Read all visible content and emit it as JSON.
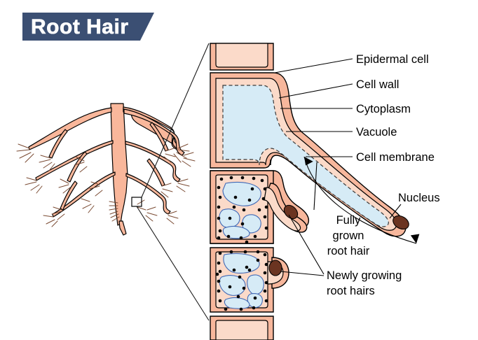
{
  "title_banner": {
    "text": "Root Hair",
    "background_color": "#3b4f73",
    "text_color": "#ffffff"
  },
  "colors": {
    "cell_wall": "#f7b79c",
    "cytoplasm": "#fbdac9",
    "vacuole": "#d6ebf6",
    "nucleus": "#6b3421",
    "root": "#f9b79b",
    "outline": "#000000",
    "vacuole_dash_outline": "#3a3a3a",
    "small_vacuole_outline": "#4169b5"
  },
  "labels": {
    "epidermal_cell": "Epidermal cell",
    "cell_wall": "Cell wall",
    "cytoplasm": "Cytoplasm",
    "vacuole": "Vacuole",
    "cell_membrane": "Cell membrane",
    "nucleus": "Nucleus",
    "fully_grown_line1": "Fully",
    "fully_grown_line2": "grown",
    "fully_grown_line3": "root hair",
    "newly_growing_line1": "Newly growing",
    "newly_growing_line2": "root hairs"
  },
  "diagram": {
    "left_illustration": "root-system-drawing",
    "right_illustration": "magnified-epidermal-cells-with-root-hair",
    "magnification_callout": "small-box-on-root-tip",
    "cells_count": 5,
    "root_hairs": {
      "fully_grown": 1,
      "newly_growing": 2
    }
  }
}
